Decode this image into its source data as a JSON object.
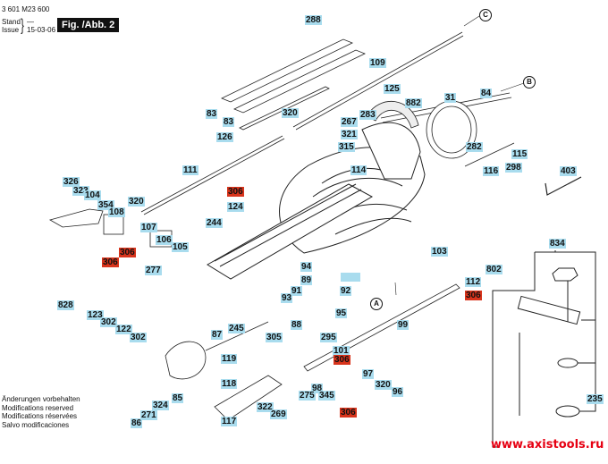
{
  "header": {
    "doc_code": "3 601 M23 600",
    "stand_label": "Stand",
    "issue_label": "Issue",
    "stand_value": "—",
    "issue_value": "15-03-06",
    "figure_label": "Fig. /Abb. 2"
  },
  "notes": [
    "Änderungen vorbehalten",
    "Modifications reserved",
    "Modifications réservées",
    "Salvo modificaciones"
  ],
  "website": "www.axistools.ru",
  "colors": {
    "label_bg": "#a9dcee",
    "highlight_bg": "#d8341c",
    "url": "#e60012"
  },
  "callouts": {
    "A": "A",
    "B": "B",
    "C": "C"
  },
  "parts": {
    "p288": "288",
    "p109": "109",
    "p125": "125",
    "p882": "882",
    "p283": "283",
    "p31": "31",
    "p84": "84",
    "p83a": "83",
    "p83b": "83",
    "p126": "126",
    "p320a": "320",
    "p267": "267",
    "p321": "321",
    "p315": "315",
    "p282": "282",
    "p115": "115",
    "p298": "298",
    "p116": "116",
    "p114": "114",
    "p403": "403",
    "p111": "111",
    "p326": "326",
    "p323": "323",
    "p104": "104",
    "p354": "354",
    "p108": "108",
    "p320b": "320",
    "p306a": "306",
    "p124": "124",
    "p244": "244",
    "p107": "107",
    "p106": "106",
    "p105": "105",
    "p306b": "306",
    "p306c": "306",
    "p277": "277",
    "p103": "103",
    "p802": "802",
    "p834": "834",
    "p94": "94",
    "p89": "89",
    "p92": "92",
    "p91": "91",
    "p93": "93",
    "p95": "95",
    "p88": "88",
    "p112": "112",
    "p306d": "306",
    "p828": "828",
    "p123": "123",
    "p302a": "302",
    "p122": "122",
    "p302b": "302",
    "p245": "245",
    "p87": "87",
    "p305": "305",
    "p295": "295",
    "p99": "99",
    "p101": "101",
    "p306e": "306",
    "p119": "119",
    "p118": "118",
    "p97": "97",
    "p320c": "320",
    "p96": "96",
    "p85": "85",
    "p324": "324",
    "p271": "271",
    "p86": "86",
    "p117": "117",
    "p322": "322",
    "p269": "269",
    "p98": "98",
    "p275": "275",
    "p345": "345",
    "p306f": "306",
    "p235": "235"
  }
}
